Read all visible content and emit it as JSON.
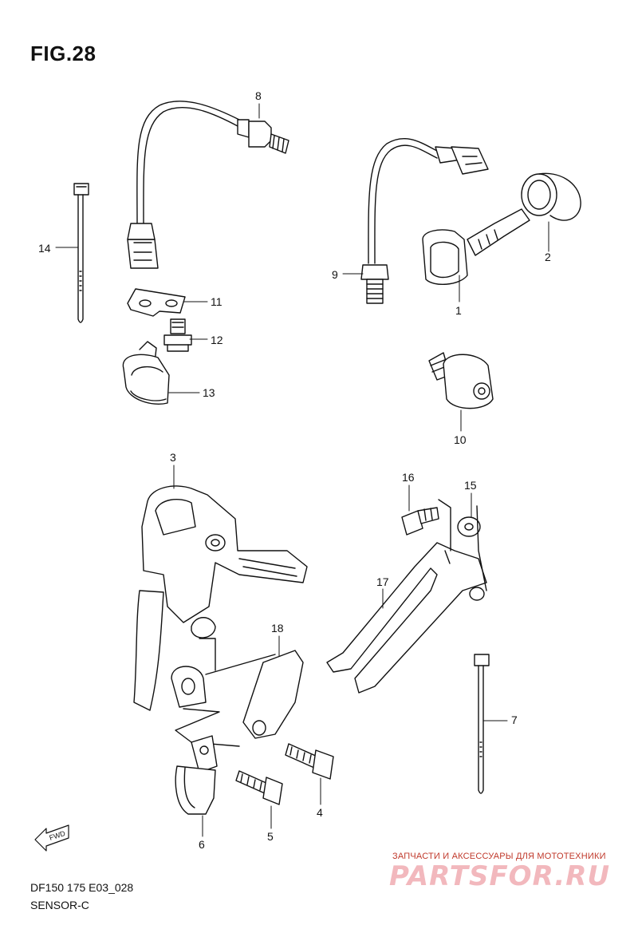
{
  "figure": {
    "title": "FIG.28",
    "model_code": "DF150 175 E03_028",
    "section": "SENSOR-C",
    "fwd_label": "FWD"
  },
  "callouts": {
    "c1": "1",
    "c2": "2",
    "c3": "3",
    "c4": "4",
    "c5": "5",
    "c6": "6",
    "c7": "7",
    "c8": "8",
    "c9": "9",
    "c10": "10",
    "c11": "11",
    "c12": "12",
    "c13": "13",
    "c14": "14",
    "c15": "15",
    "c16": "16",
    "c17": "17",
    "c18": "18"
  },
  "watermark": {
    "tagline": "ЗАПЧАСТИ И АКСЕССУАРЫ ДЛЯ МОТОТЕХНИКИ",
    "logo": "PARTSFOR.RU"
  }
}
